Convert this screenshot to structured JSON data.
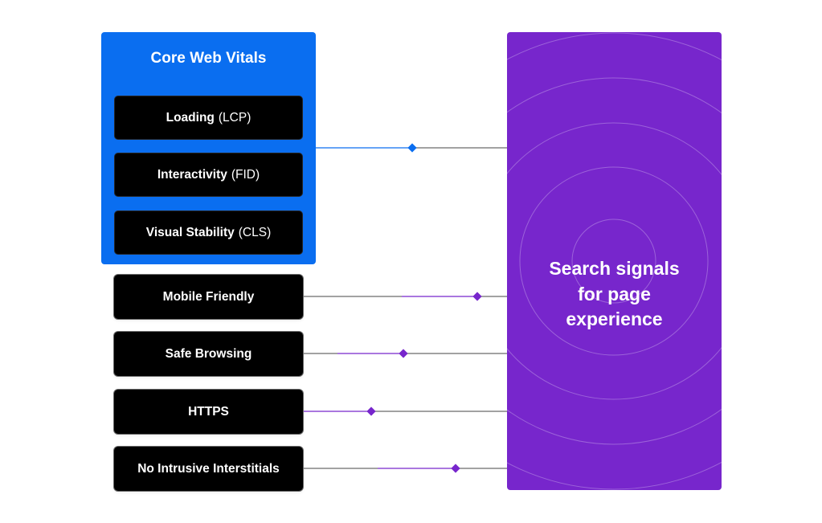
{
  "core_web_vitals": {
    "title": "Core Web Vitals",
    "items": [
      {
        "name": "Loading",
        "abbr": "(LCP)"
      },
      {
        "name": "Interactivity",
        "abbr": "(FID)"
      },
      {
        "name": "Visual Stability",
        "abbr": "(CLS)"
      }
    ]
  },
  "other_signals": [
    "Mobile Friendly",
    "Safe Browsing",
    "HTTPS",
    "No Intrusive Interstitials"
  ],
  "target": {
    "lines": [
      "Search signals",
      "for page",
      "experience"
    ]
  },
  "colors": {
    "core_panel": "#0a6ef0",
    "target_panel": "#7726cc",
    "pill": "#000000",
    "connector_blue": "#0a6ef0",
    "connector_purple": "#7726cc",
    "connector_gray": "#6b6b6b"
  }
}
